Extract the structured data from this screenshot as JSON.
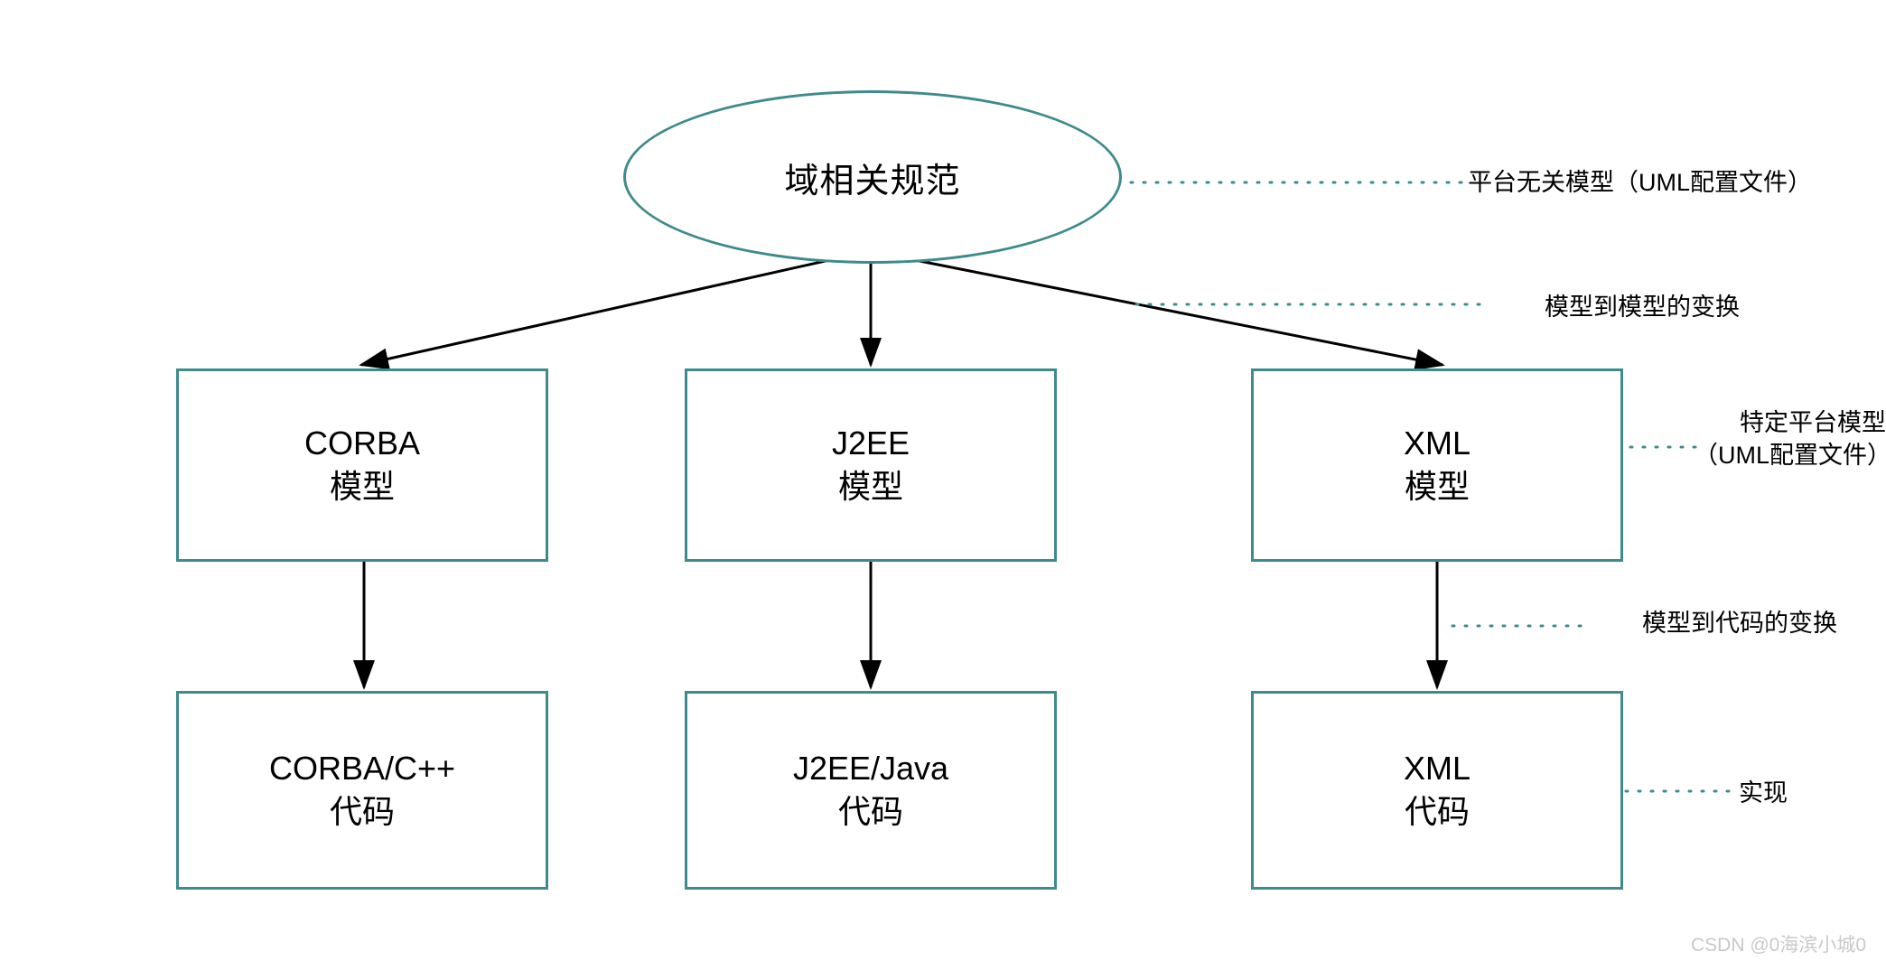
{
  "diagram": {
    "root": {
      "label": "域相关规范",
      "shape": "ellipse"
    },
    "model_row": [
      {
        "line1": "CORBA",
        "line2": "模型"
      },
      {
        "line1": "J2EE",
        "line2": "模型"
      },
      {
        "line1": "XML",
        "line2": "模型"
      }
    ],
    "code_row": [
      {
        "line1": "CORBA/C++",
        "line2": "代码"
      },
      {
        "line1": "J2EE/Java",
        "line2": "代码"
      },
      {
        "line1": "XML",
        "line2": "代码"
      }
    ],
    "annotations": {
      "platform_independent_model": "平台无关模型（UML配置文件）",
      "model_to_model": "模型到模型的变换",
      "platform_specific_model_l1": "特定平台模型",
      "platform_specific_model_l2": "（UML配置文件）",
      "model_to_code": "模型到代码的变换",
      "implementation": "实现"
    }
  },
  "watermark": {
    "text": "CSDN @0海滨小城0"
  },
  "colors": {
    "node_border": "#3f8b8b",
    "leader_dots": "#3f8b8b",
    "arrow": "#000000",
    "text": "#000000",
    "watermark": "#c9c9c9",
    "background": "#ffffff"
  }
}
